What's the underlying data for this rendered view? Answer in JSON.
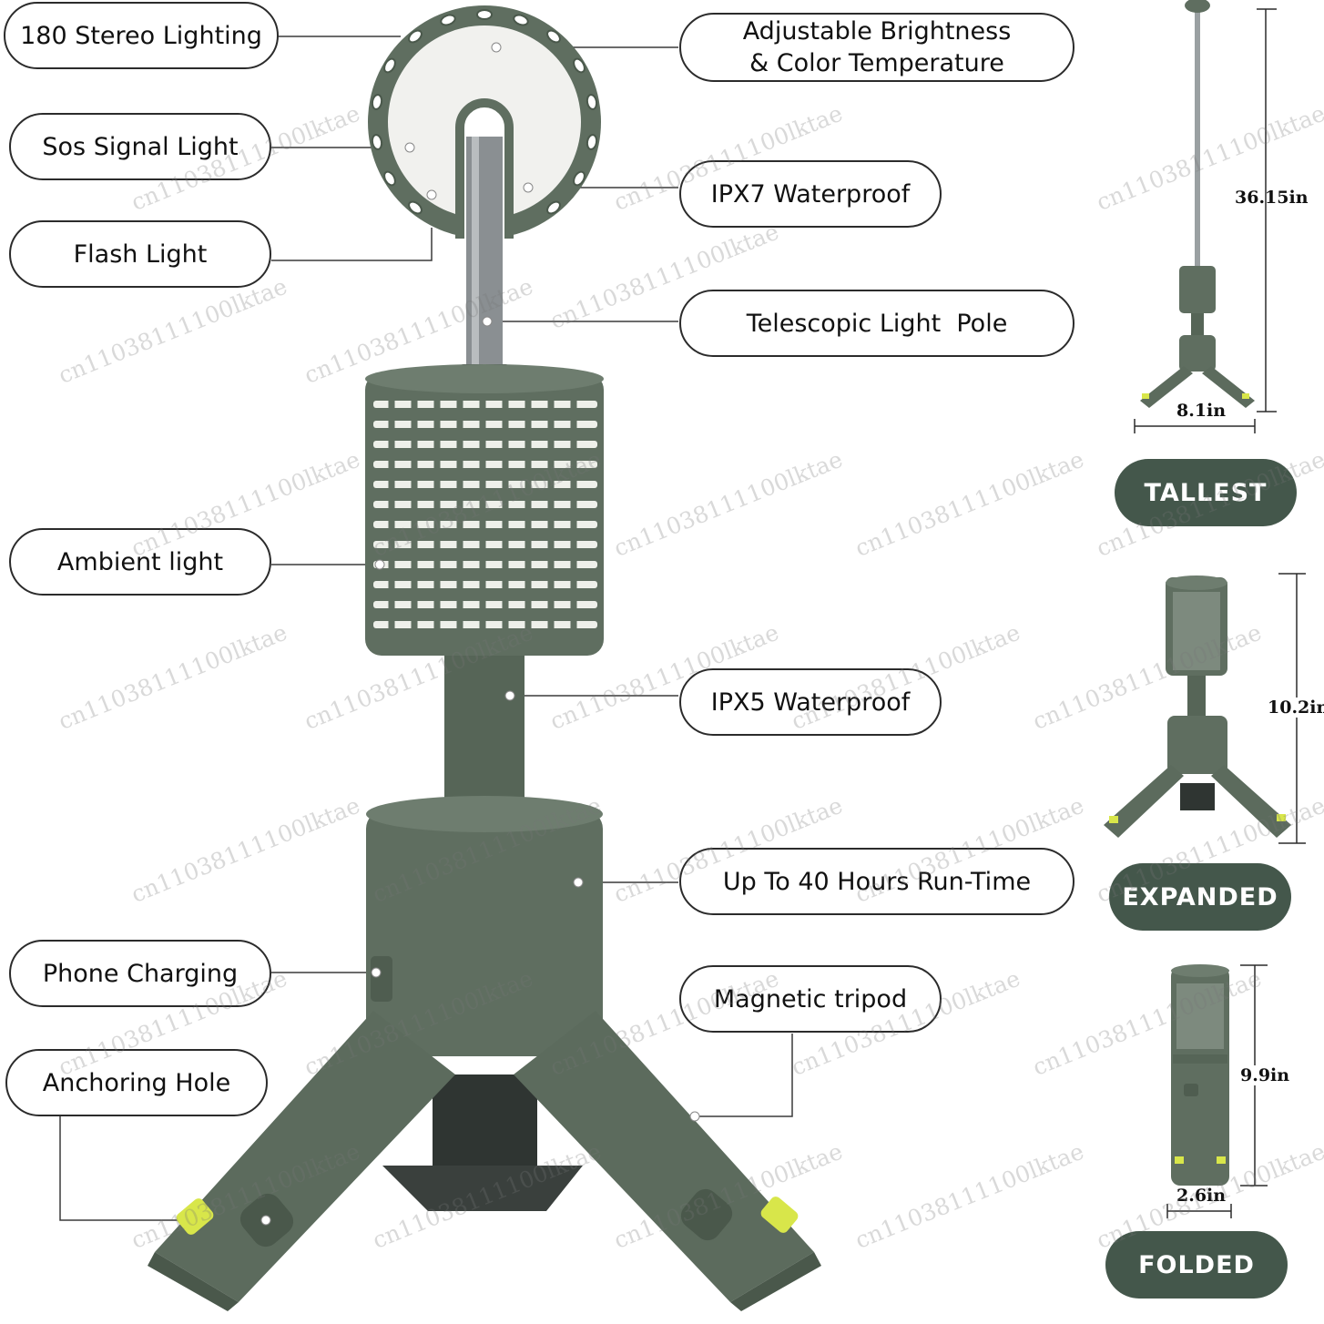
{
  "callouts": {
    "stereo": "180 Stereo Lighting",
    "brightness_line1": "Adjustable Brightness",
    "brightness_line2": "& Color Temperature",
    "sos": "Sos Signal Light",
    "ipx7": "IPX7 Waterproof",
    "flash": "Flash Light",
    "pole": "Telescopic Light  Pole",
    "ambient": "Ambient light",
    "ipx5": "IPX5 Waterproof",
    "runtime": "Up To 40 Hours Run-Time",
    "phone": "Phone Charging",
    "tripod": "Magnetic tripod",
    "anchor": "Anchoring Hole"
  },
  "sizes": {
    "tallest": {
      "label": "TALLEST",
      "height": "36.15in",
      "width": "8.1in"
    },
    "expanded": {
      "label": "EXPANDED",
      "height": "10.2in"
    },
    "folded": {
      "label": "FOLDED",
      "height": "9.9in",
      "width": "2.6in"
    }
  },
  "watermark_text": "cn11038111100lktae",
  "colors": {
    "body_green": "#5f6e60",
    "body_dark": "#4a584b",
    "pill_green": "#44574b",
    "light_white": "#f1f1ee",
    "accent_lime": "#d8e64a",
    "pole_metal": "#8a8f92"
  }
}
